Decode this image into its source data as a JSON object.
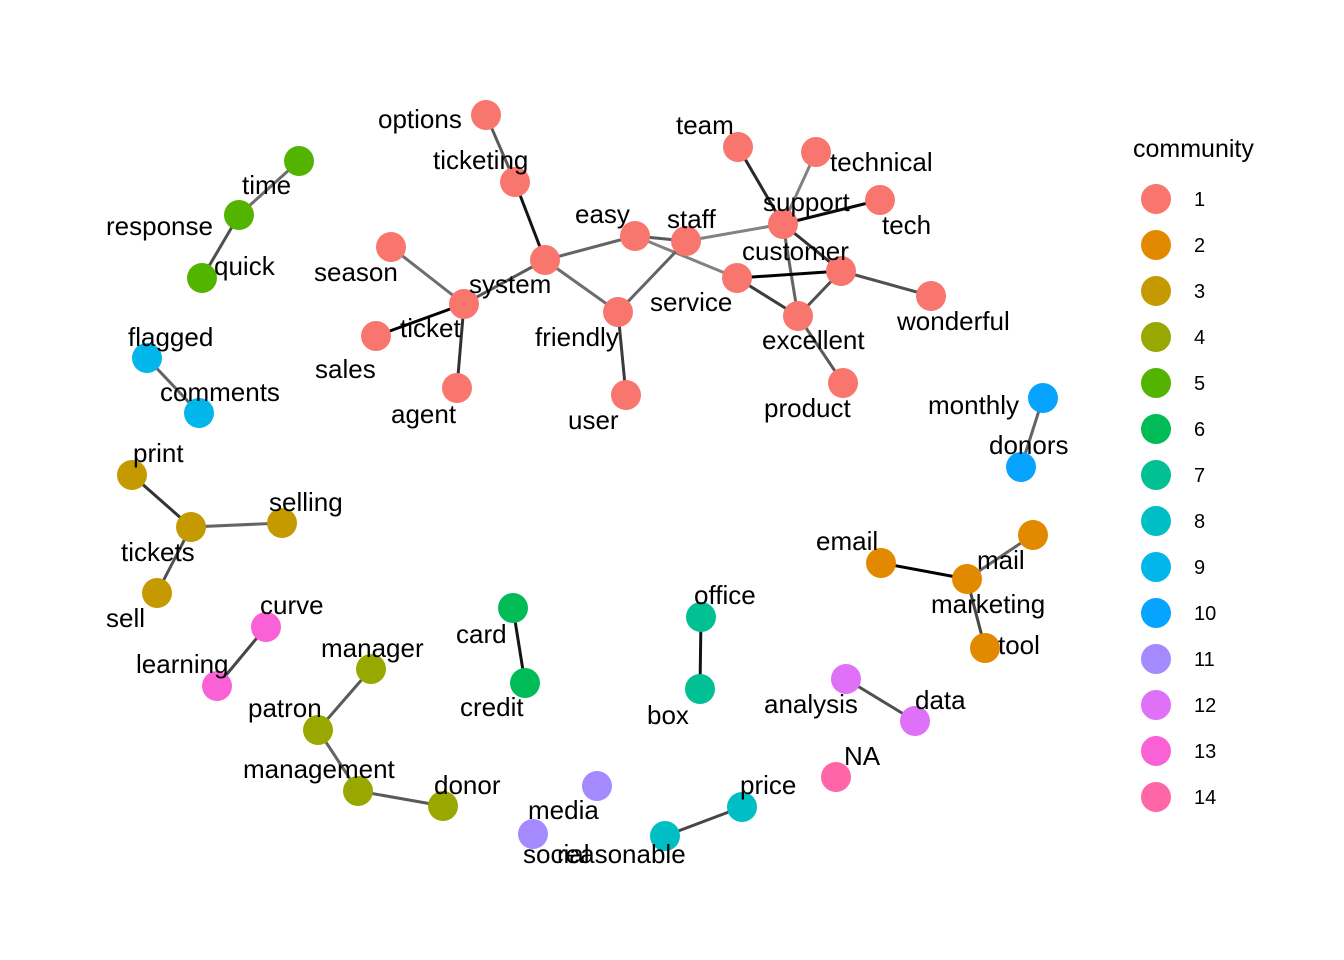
{
  "legend": {
    "title": "community",
    "entries": [
      {
        "label": "1",
        "color": "#F8766D"
      },
      {
        "label": "2",
        "color": "#E38900"
      },
      {
        "label": "3",
        "color": "#C49A00"
      },
      {
        "label": "4",
        "color": "#99A800"
      },
      {
        "label": "5",
        "color": "#53B400"
      },
      {
        "label": "6",
        "color": "#00BC56"
      },
      {
        "label": "7",
        "color": "#00C094"
      },
      {
        "label": "8",
        "color": "#00BFC4"
      },
      {
        "label": "9",
        "color": "#00B6EB"
      },
      {
        "label": "10",
        "color": "#06A4FF"
      },
      {
        "label": "11",
        "color": "#A58AFF"
      },
      {
        "label": "12",
        "color": "#DF70F8"
      },
      {
        "label": "13",
        "color": "#FB61D7"
      },
      {
        "label": "14",
        "color": "#FF66A8"
      }
    ]
  },
  "nodes": [
    {
      "id": "options",
      "label": "options",
      "community": 1
    },
    {
      "id": "ticketing",
      "label": "ticketing",
      "community": 1
    },
    {
      "id": "system",
      "label": "system",
      "community": 1
    },
    {
      "id": "easy",
      "label": "easy",
      "community": 1
    },
    {
      "id": "staff",
      "label": "staff",
      "community": 1
    },
    {
      "id": "team",
      "label": "team",
      "community": 1
    },
    {
      "id": "technical",
      "label": "technical",
      "community": 1
    },
    {
      "id": "support",
      "label": "support",
      "community": 1
    },
    {
      "id": "tech",
      "label": "tech",
      "community": 1
    },
    {
      "id": "customer",
      "label": "customer",
      "community": 1
    },
    {
      "id": "service",
      "label": "service",
      "community": 1
    },
    {
      "id": "wonderful",
      "label": "wonderful",
      "community": 1
    },
    {
      "id": "excellent",
      "label": "excellent",
      "community": 1
    },
    {
      "id": "product",
      "label": "product",
      "community": 1
    },
    {
      "id": "friendly",
      "label": "friendly",
      "community": 1
    },
    {
      "id": "user",
      "label": "user",
      "community": 1
    },
    {
      "id": "season",
      "label": "season",
      "community": 1
    },
    {
      "id": "ticket",
      "label": "ticket",
      "community": 1
    },
    {
      "id": "sales",
      "label": "sales",
      "community": 1
    },
    {
      "id": "agent",
      "label": "agent",
      "community": 1
    },
    {
      "id": "time",
      "label": "time",
      "community": 5
    },
    {
      "id": "response",
      "label": "response",
      "community": 5
    },
    {
      "id": "quick",
      "label": "quick",
      "community": 5
    },
    {
      "id": "flagged",
      "label": "flagged",
      "community": 9
    },
    {
      "id": "comments",
      "label": "comments",
      "community": 9
    },
    {
      "id": "print",
      "label": "print",
      "community": 3
    },
    {
      "id": "tickets",
      "label": "tickets",
      "community": 3
    },
    {
      "id": "selling",
      "label": "selling",
      "community": 3
    },
    {
      "id": "sell",
      "label": "sell",
      "community": 3
    },
    {
      "id": "curve",
      "label": "curve",
      "community": 13
    },
    {
      "id": "learning",
      "label": "learning",
      "community": 13
    },
    {
      "id": "manager",
      "label": "manager",
      "community": 4
    },
    {
      "id": "patron",
      "label": "patron",
      "community": 4
    },
    {
      "id": "management",
      "label": "management",
      "community": 4
    },
    {
      "id": "donor",
      "label": "donor",
      "community": 4
    },
    {
      "id": "card",
      "label": "card",
      "community": 6
    },
    {
      "id": "credit",
      "label": "credit",
      "community": 6
    },
    {
      "id": "office",
      "label": "office",
      "community": 7
    },
    {
      "id": "box",
      "label": "box",
      "community": 7
    },
    {
      "id": "media",
      "label": "media",
      "community": 11
    },
    {
      "id": "social",
      "label": "social",
      "community": 11
    },
    {
      "id": "reasonable",
      "label": "reasonable",
      "community": 8
    },
    {
      "id": "price",
      "label": "price",
      "community": 8
    },
    {
      "id": "NA",
      "label": "NA",
      "community": 14
    },
    {
      "id": "analysis",
      "label": "analysis",
      "community": 12
    },
    {
      "id": "data",
      "label": "data",
      "community": 12
    },
    {
      "id": "monthly",
      "label": "monthly",
      "community": 10
    },
    {
      "id": "donors",
      "label": "donors",
      "community": 10
    },
    {
      "id": "email",
      "label": "email",
      "community": 2
    },
    {
      "id": "mail",
      "label": "mail",
      "community": 2
    },
    {
      "id": "marketing",
      "label": "marketing",
      "community": 2
    },
    {
      "id": "tool",
      "label": "tool",
      "community": 2
    }
  ],
  "edges": [
    {
      "source": "options",
      "target": "ticketing",
      "weight": 0.55
    },
    {
      "source": "ticketing",
      "target": "system",
      "weight": 0.9
    },
    {
      "source": "system",
      "target": "easy",
      "weight": 0.5
    },
    {
      "source": "system",
      "target": "ticket",
      "weight": 0.55
    },
    {
      "source": "system",
      "target": "friendly",
      "weight": 0.45
    },
    {
      "source": "easy",
      "target": "staff",
      "weight": 0.55
    },
    {
      "source": "easy",
      "target": "service",
      "weight": 0.35
    },
    {
      "source": "staff",
      "target": "support",
      "weight": 0.35
    },
    {
      "source": "staff",
      "target": "friendly",
      "weight": 0.5
    },
    {
      "source": "team",
      "target": "support",
      "weight": 0.8
    },
    {
      "source": "technical",
      "target": "support",
      "weight": 0.35
    },
    {
      "source": "support",
      "target": "tech",
      "weight": 0.95
    },
    {
      "source": "support",
      "target": "customer",
      "weight": 0.75
    },
    {
      "source": "support",
      "target": "excellent",
      "weight": 0.5
    },
    {
      "source": "customer",
      "target": "service",
      "weight": 1.0
    },
    {
      "source": "customer",
      "target": "wonderful",
      "weight": 0.6
    },
    {
      "source": "customer",
      "target": "excellent",
      "weight": 0.6
    },
    {
      "source": "service",
      "target": "excellent",
      "weight": 0.7
    },
    {
      "source": "excellent",
      "target": "product",
      "weight": 0.55
    },
    {
      "source": "friendly",
      "target": "user",
      "weight": 0.7
    },
    {
      "source": "season",
      "target": "ticket",
      "weight": 0.45
    },
    {
      "source": "ticket",
      "target": "sales",
      "weight": 1.0
    },
    {
      "source": "ticket",
      "target": "agent",
      "weight": 0.75
    },
    {
      "source": "time",
      "target": "response",
      "weight": 0.45
    },
    {
      "source": "response",
      "target": "quick",
      "weight": 0.6
    },
    {
      "source": "flagged",
      "target": "comments",
      "weight": 0.5
    },
    {
      "source": "print",
      "target": "tickets",
      "weight": 0.75
    },
    {
      "source": "tickets",
      "target": "selling",
      "weight": 0.5
    },
    {
      "source": "tickets",
      "target": "sell",
      "weight": 0.6
    },
    {
      "source": "curve",
      "target": "learning",
      "weight": 0.65
    },
    {
      "source": "manager",
      "target": "patron",
      "weight": 0.55
    },
    {
      "source": "patron",
      "target": "management",
      "weight": 0.5
    },
    {
      "source": "management",
      "target": "donor",
      "weight": 0.55
    },
    {
      "source": "card",
      "target": "credit",
      "weight": 0.9
    },
    {
      "source": "office",
      "target": "box",
      "weight": 0.9
    },
    {
      "source": "reasonable",
      "target": "price",
      "weight": 0.65
    },
    {
      "source": "analysis",
      "target": "data",
      "weight": 0.6
    },
    {
      "source": "monthly",
      "target": "donors",
      "weight": 0.5
    },
    {
      "source": "email",
      "target": "marketing",
      "weight": 1.0
    },
    {
      "source": "mail",
      "target": "marketing",
      "weight": 0.5
    },
    {
      "source": "marketing",
      "target": "tool",
      "weight": 0.65
    }
  ]
}
